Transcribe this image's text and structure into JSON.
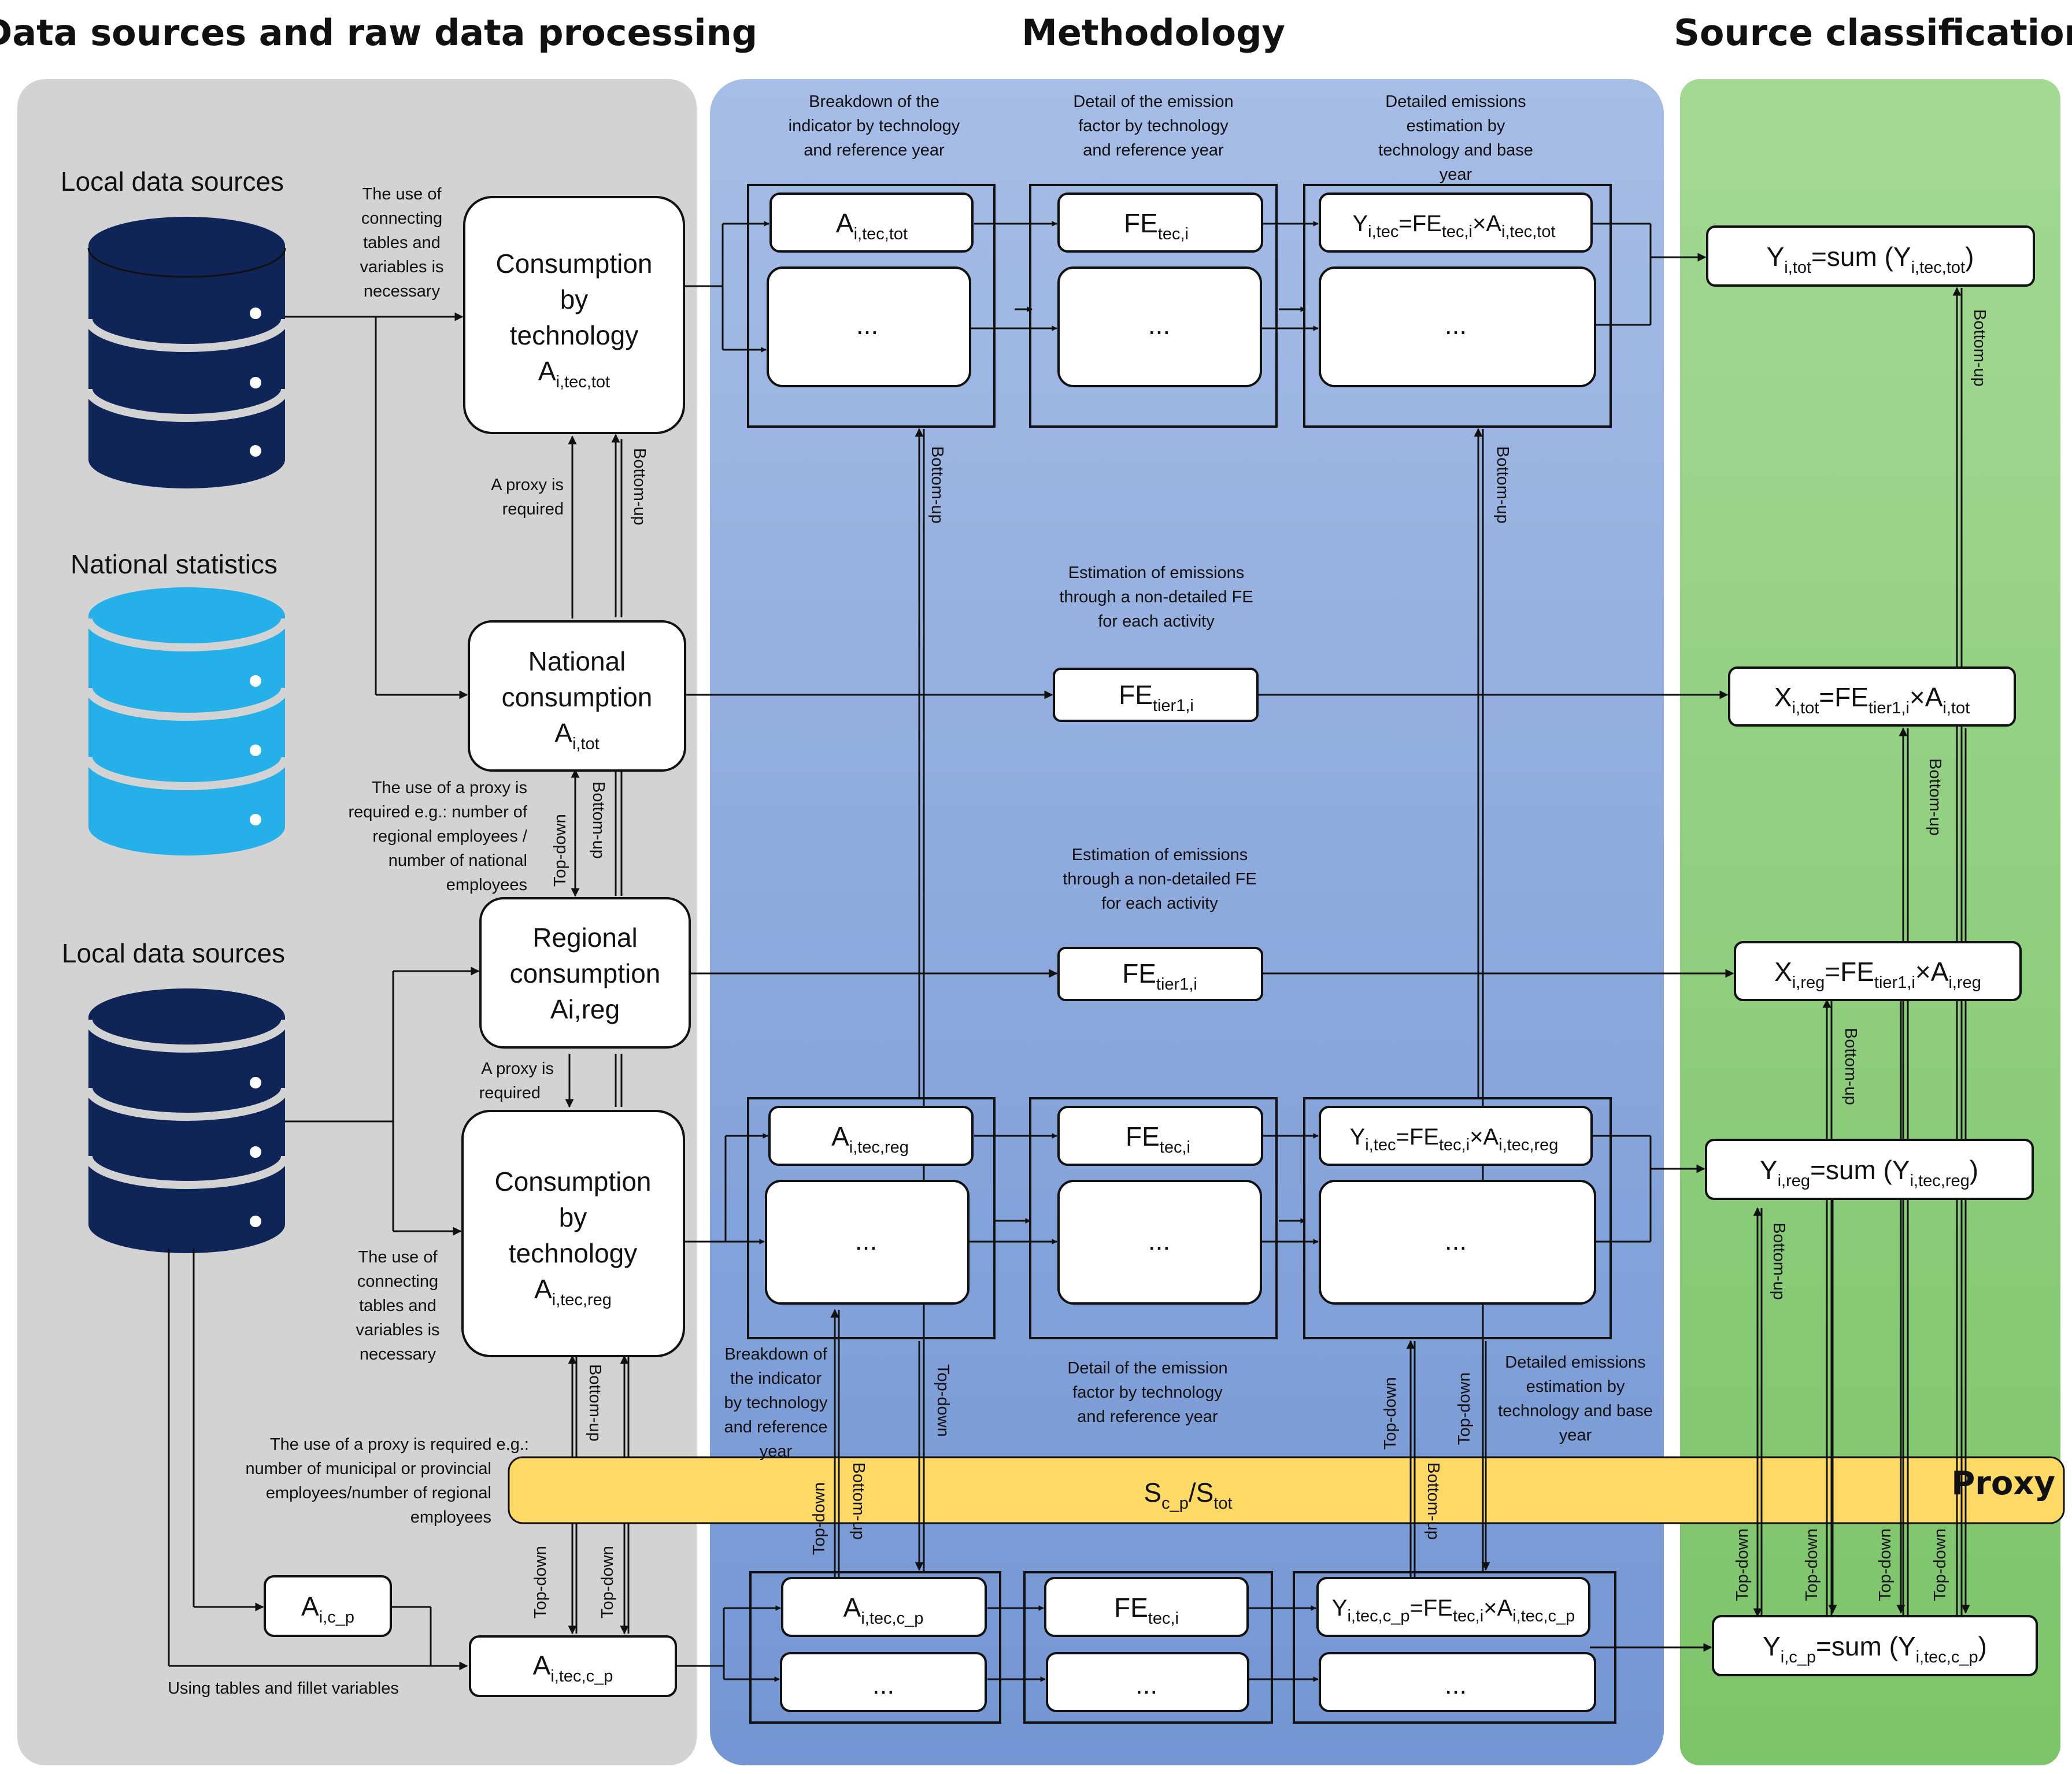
{
  "headers": {
    "left": "Data sources and raw data processing",
    "middle": "Methodology",
    "right": "Source classification"
  },
  "colors": {
    "left_panel": "#d3d3d3",
    "middle_panel": "#8eaadb",
    "right_panel": "#8dcf7c",
    "proxy_band": "#ffd966",
    "db_dark": "#0f2457",
    "db_light": "#26b0ea"
  },
  "icons": [
    "database-dark-icon",
    "database-light-icon",
    "database-dark-icon"
  ],
  "data_sources": {
    "local_top": "Local data sources",
    "national": "National statistics",
    "local_bottom": "Local data sources"
  },
  "left_boxes": {
    "cons_tech_tot": {
      "l1": "Consumption",
      "l2": "by",
      "l3": "technology",
      "sym": "A",
      "sub": "i,tec,tot"
    },
    "national": {
      "l1": "National",
      "l2": "consumption",
      "sym": "A",
      "sub": "i,tot"
    },
    "regional": {
      "l1": "Regional",
      "l2": "consumption",
      "l3": "Ai,reg"
    },
    "cons_tech_reg": {
      "l1": "Consumption",
      "l2": "by",
      "l3": "technology",
      "sym": "A",
      "sub": "i,tec,reg"
    },
    "aicp": {
      "sym": "A",
      "sub": "i,c_p"
    },
    "aitcp": {
      "sym": "A",
      "sub": "i,tec,c_p"
    }
  },
  "left_notes": {
    "connecting_top": [
      "The use of",
      "connecting",
      "tables and",
      "variables is",
      "necessary"
    ],
    "proxy_top": [
      "A proxy is",
      "required"
    ],
    "proxy_national": [
      "The use of a proxy is",
      "required  e.g.: number of",
      "regional employees /",
      "number  of national",
      "employees"
    ],
    "proxy_regional": [
      "A proxy is",
      "required"
    ],
    "connecting_bottom": [
      "The use of",
      "connecting",
      "tables and",
      "variables is",
      "necessary"
    ],
    "proxy_municipal": [
      "The use of a proxy is required  e.g.:",
      "number of municipal or provincial",
      "employees/number  of regional",
      "employees"
    ],
    "tables_fillet": "Using tables and fillet variables"
  },
  "arrow_labels": {
    "bottom_up": "Bottom-up",
    "top_down": "Top-down"
  },
  "method_notes": {
    "breakdown_top": [
      "Breakdown  of the",
      "indicator by technology",
      "and reference year"
    ],
    "detail_top": [
      "Detail of the emission",
      "factor by technology",
      "and reference year"
    ],
    "detailed_top": [
      "Detailed emissions",
      "estimation by",
      "technology and base",
      "year"
    ],
    "estimation_1": [
      "Estimation of emissions",
      "through  a non-detailed  FE",
      "for each activity"
    ],
    "estimation_2": [
      "Estimation of emissions",
      "through  a non-detailed  FE",
      "for each activity"
    ],
    "breakdown_bottom": [
      "Breakdown  of",
      "the indicator",
      "by technology",
      "and reference",
      "year"
    ],
    "detail_bottom": [
      "Detail of the emission",
      "factor by technology",
      "and reference year"
    ],
    "detailed_bottom": [
      "Detailed emissions",
      "estimation by",
      "technology and base",
      "year"
    ]
  },
  "method_boxes": {
    "ellipsis": "...",
    "a_tec_tot": {
      "sym": "A",
      "sub": "i,tec,tot"
    },
    "a_tec_reg": {
      "sym": "A",
      "sub": "i,tec,reg"
    },
    "a_tec_cp": {
      "sym": "A",
      "sub": "i,tec,c_p"
    },
    "fe": "FE",
    "fe_tec_sub": "tec,i",
    "fe_tier_sub": "tier1,i",
    "y_tot": {
      "y": "Y",
      "ysub": "i,tec",
      "eq": "=",
      "fe": "FE",
      "fesub": "tec,i",
      "x": "×",
      "a": "A",
      "asub": "i,tec,tot"
    },
    "y_reg": {
      "y": "Y",
      "ysub": "i,tec",
      "eq": "=",
      "fe": "FE",
      "fesub": "tec,i",
      "x": "×",
      "a": "A",
      "asub": "i,tec,reg"
    },
    "y_cp": {
      "y": "Y",
      "ysub": "i,tec,c_p",
      "eq": "=",
      "fe": "FE",
      "fesub": "tec,i",
      "x": "×",
      "a": "A",
      "asub": "i,tec,c_p"
    }
  },
  "proxy_band": {
    "label": "Proxy",
    "s": "S",
    "s_sub": "c_p",
    "slash": "/",
    "s2": "S",
    "s2_sub": "tot"
  },
  "results": {
    "y_tot": {
      "y": "Y",
      "ysub": "i,tot",
      "mid": "=sum (",
      "y2": "Y",
      "y2sub": "i,tec,tot",
      "end": ")"
    },
    "x_tot": {
      "x": "X",
      "xsub": "i,tot",
      "eq": "=",
      "fe": "FE",
      "fesub": "tier1,i",
      "times": "×",
      "a": "A",
      "asub": "i,tot"
    },
    "x_reg": {
      "x": "X",
      "xsub": "i,reg",
      "eq": "=",
      "fe": "FE",
      "fesub": "tier1,i",
      "times": "×",
      "a": "A",
      "asub": "i,reg"
    },
    "y_reg": {
      "y": "Y",
      "ysub": "i,reg",
      "mid": "=sum (",
      "y2": "Y",
      "y2sub": "i,tec,reg",
      "end": ")"
    },
    "y_cp": {
      "y": "Y",
      "ysub": "i,c_p",
      "mid": "=sum (",
      "y2": "Y",
      "y2sub": "i,tec,c_p",
      "end": ")"
    }
  }
}
